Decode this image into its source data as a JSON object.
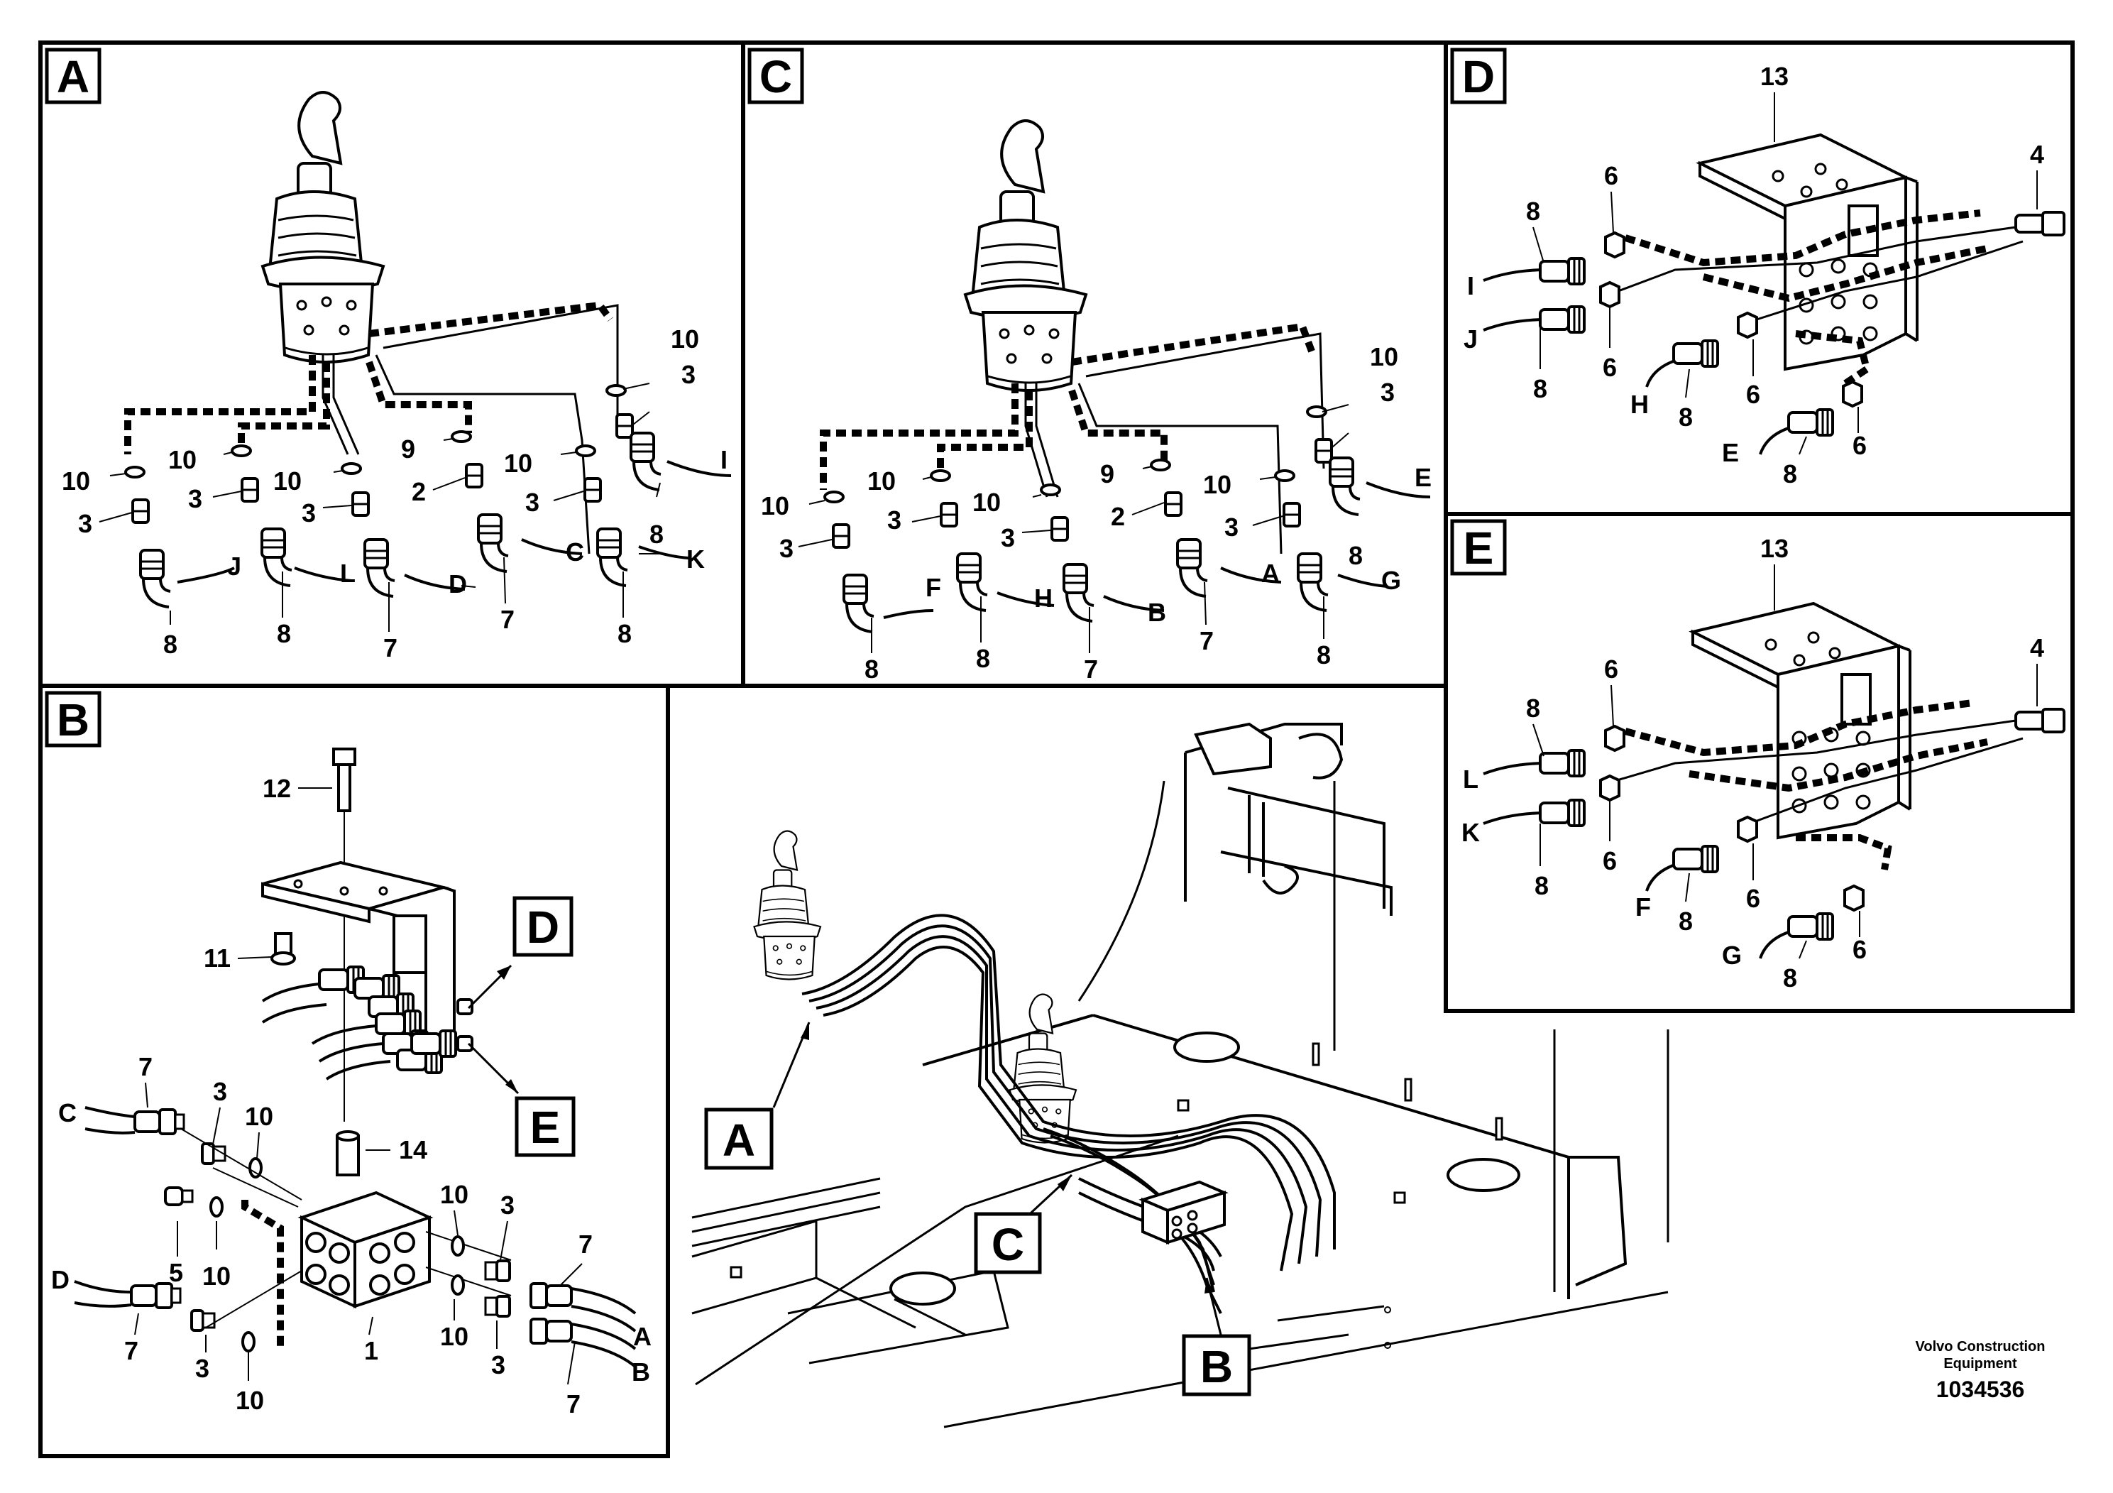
{
  "panels": {
    "A": {
      "letter": "A",
      "labels": [
        "10",
        "3",
        "10",
        "3",
        "10",
        "3",
        "9",
        "2",
        "10",
        "3",
        "10",
        "3",
        "8",
        "8",
        "7",
        "7",
        "8",
        "8",
        "J",
        "L",
        "D",
        "C",
        "K",
        "I"
      ]
    },
    "C": {
      "letter": "C",
      "labels": [
        "10",
        "3",
        "10",
        "3",
        "10",
        "3",
        "9",
        "2",
        "10",
        "3",
        "10",
        "3",
        "8",
        "8",
        "7",
        "7",
        "8",
        "8",
        "F",
        "H",
        "B",
        "A",
        "G",
        "E"
      ]
    },
    "D": {
      "letter": "D",
      "labels": [
        "13",
        "4",
        "8",
        "6",
        "6",
        "8",
        "6",
        "8",
        "6",
        "8",
        "I",
        "J",
        "H",
        "E"
      ]
    },
    "E": {
      "letter": "E",
      "labels": [
        "13",
        "4",
        "8",
        "6",
        "6",
        "8",
        "6",
        "8",
        "6",
        "8",
        "L",
        "K",
        "F",
        "G"
      ]
    },
    "B": {
      "letter": "B",
      "labels": [
        "12",
        "11",
        "14",
        "7",
        "3",
        "10",
        "5",
        "10",
        "1",
        "10",
        "3",
        "7",
        "10",
        "3",
        "7",
        "7",
        "3",
        "10",
        "C",
        "D",
        "A",
        "B"
      ]
    }
  },
  "callouts": {
    "D": "D",
    "E": "E",
    "A": "A",
    "C": "C",
    "B": "B"
  },
  "footer": {
    "brand": "Volvo Construction Equipment",
    "doc_number": "1034536"
  }
}
